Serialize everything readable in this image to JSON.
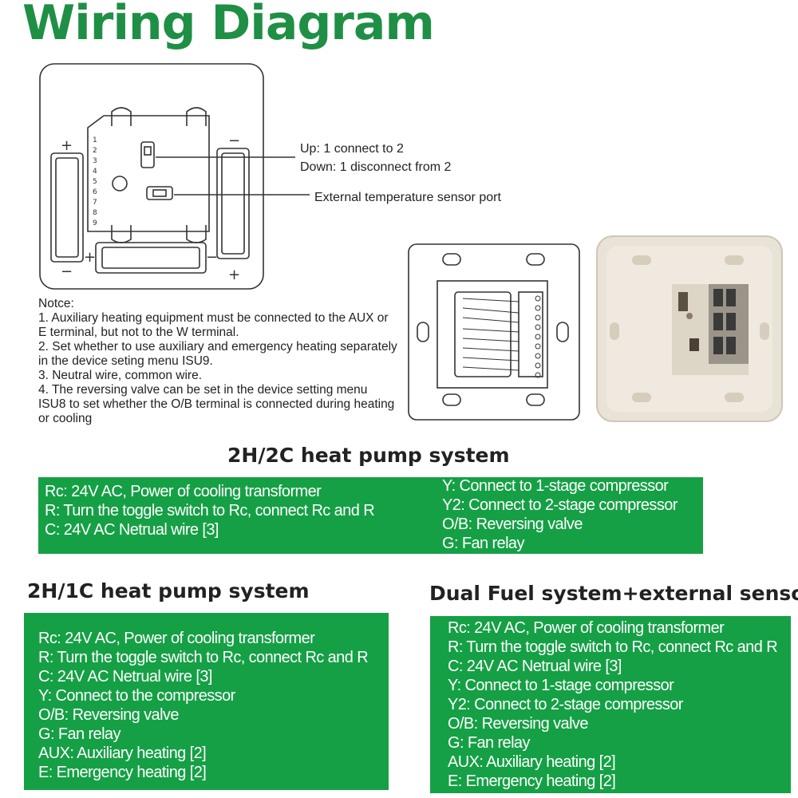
{
  "title": "Wiring Diagram",
  "diagram": {
    "annotation_switch_line1": "Up: 1 connect to 2",
    "annotation_switch_line2": "Down: 1 disconnect from 2",
    "annotation_sensor": "External temperature sensor port",
    "plus_sign": "+",
    "minus_sign": "−",
    "terminal_numbers": [
      "1",
      "2",
      "3",
      "4",
      "5",
      "6",
      "7",
      "8",
      "9"
    ]
  },
  "notice": {
    "heading": "Notce:",
    "items": [
      "1. Auxiliary heating equipment must be connected to the AUX or E terminal, but not to the W terminal.",
      "2. Set whether to use auxiliary and emergency heating separately in the device seting menu ISU9.",
      "3. Neutral wire, common wire.",
      "4. The reversing valve can be set in the device setting menu ISU8 to set whether the O/B terminal is connected during heating or cooling"
    ]
  },
  "systems": {
    "heat_pump_2h2c": {
      "title": "2H/2C heat pump system",
      "left": [
        "Rc: 24V AC, Power of cooling transformer",
        "R: Turn the toggle switch to Rc, connect Rc and R",
        "C: 24V AC Netrual wire [3]"
      ],
      "right": [
        "Y: Connect to 1-stage compressor",
        "Y2: Connect to 2-stage compressor",
        "O/B: Reversing valve",
        "G: Fan relay"
      ]
    },
    "heat_pump_2h1c": {
      "title": "2H/1C heat pump system",
      "lines": [
        "Rc: 24V AC, Power of cooling transformer",
        "R: Turn the toggle switch to Rc, connect Rc and R",
        "C: 24V AC Netrual wire [3]",
        "Y: Connect to the compressor",
        "O/B: Reversing valve",
        "G: Fan relay",
        "AUX: Auxiliary heating [2]",
        "E: Emergency heating [2]"
      ]
    },
    "dual_fuel": {
      "title": "Dual Fuel system+external sensor",
      "lines": [
        "Rc: 24V AC, Power of cooling transformer",
        "R: Turn the toggle switch to Rc, connect Rc and R",
        "C: 24V AC Netrual wire [3]",
        "Y: Connect to 1-stage compressor",
        "Y2: Connect to 2-stage compressor",
        "O/B: Reversing valve",
        "G: Fan relay",
        "AUX: Auxiliary heating [2]",
        "E: Emergency heating [2]"
      ]
    }
  },
  "colors": {
    "title_green": "#1f8f45",
    "box_green": "#15a045"
  }
}
